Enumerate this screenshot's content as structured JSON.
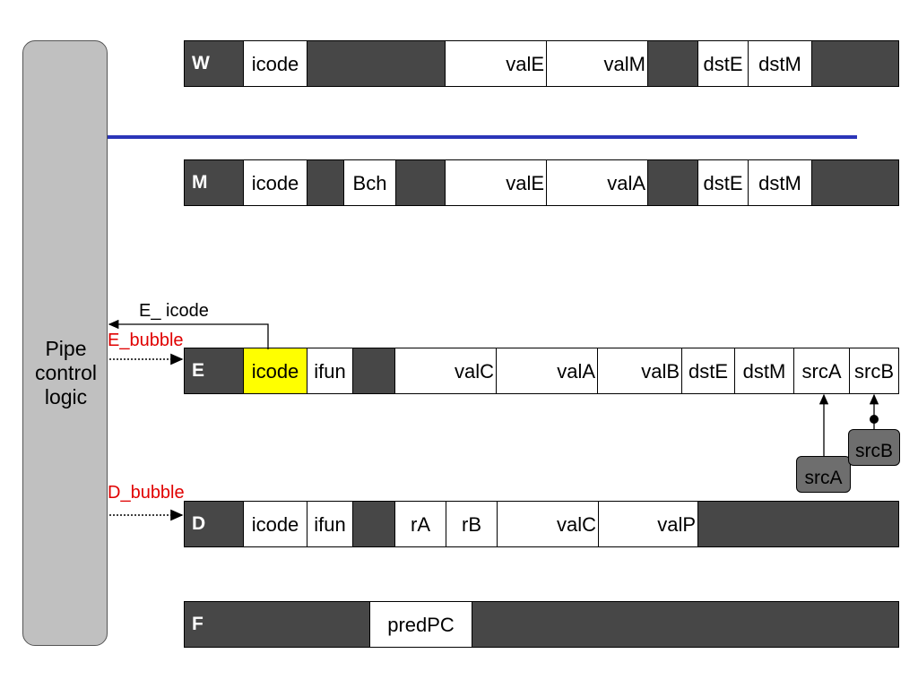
{
  "control": {
    "label_line1": "Pipe",
    "label_line2": "control",
    "label_line3": "logic"
  },
  "stages": {
    "W": {
      "letter": "W",
      "fields": {
        "icode": "icode",
        "valE": "valE",
        "valM": "valM",
        "dstE": "dstE",
        "dstM": "dstM"
      }
    },
    "M": {
      "letter": "M",
      "fields": {
        "icode": "icode",
        "Bch": "Bch",
        "valE": "valE",
        "valA": "valA",
        "dstE": "dstE",
        "dstM": "dstM"
      }
    },
    "E": {
      "letter": "E",
      "fields": {
        "icode": "icode",
        "ifun": "ifun",
        "valC": "valC",
        "valA": "valA",
        "valB": "valB",
        "dstE": "dstE",
        "dstM": "dstM",
        "srcA": "srcA",
        "srcB": "srcB"
      },
      "highlighted_field": "icode",
      "highlight_color": "#ffff00"
    },
    "D": {
      "letter": "D",
      "fields": {
        "icode": "icode",
        "ifun": "ifun",
        "rA": "rA",
        "rB": "rB",
        "valC": "valC",
        "valP": "valP"
      }
    },
    "F": {
      "letter": "F",
      "fields": {
        "predPC": "predPC"
      }
    }
  },
  "signals": {
    "E_icode": "E_ icode",
    "E_bubble": "E_bubble",
    "D_bubble": "D_bubble"
  },
  "sources": {
    "srcA": "srcA",
    "srcB": "srcB"
  },
  "colors": {
    "stage_fill": "#474747",
    "control_fill": "#c0c0c0",
    "blue_line": "#2b35b8",
    "bubble_text": "#e00000",
    "source_box_fill": "#6e6e6e"
  }
}
